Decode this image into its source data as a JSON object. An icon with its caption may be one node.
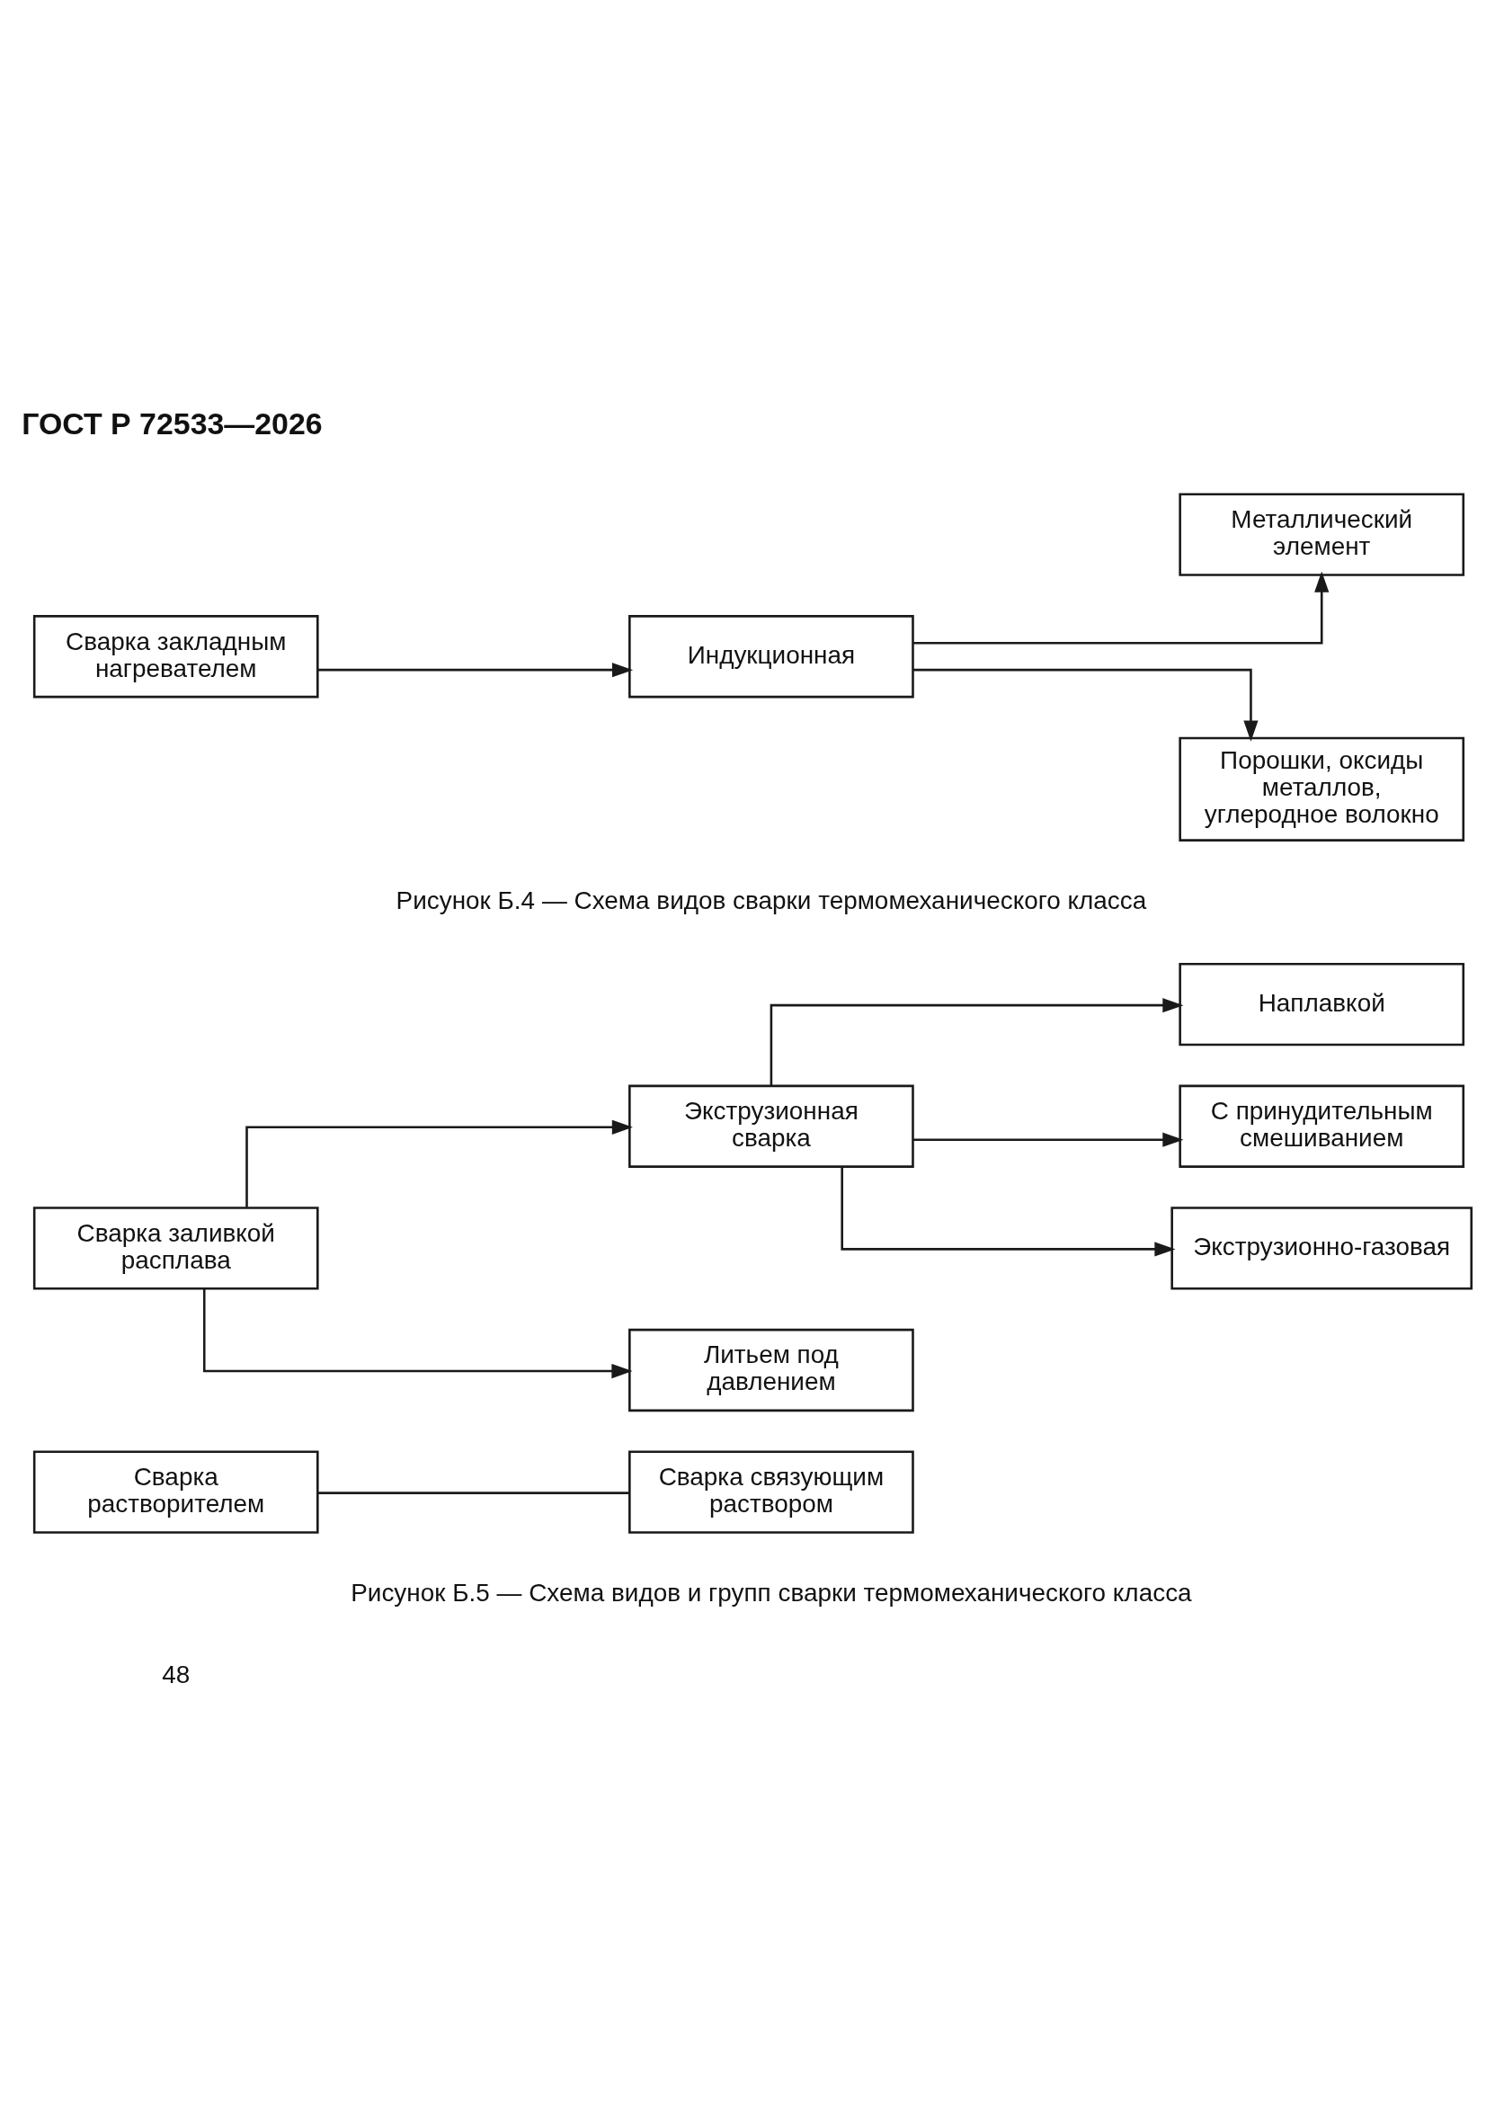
{
  "diagram": {
    "nodes": [
      {
        "text": [
          "Сварка закладным нагревателем"
        ]
      },
      {
        "text": [
          "Индукционная"
        ]
      },
      {
        "text": [
          "Металлический элемент"
        ]
      },
      {
        "text": [
          "Порошки, оксиды металлов, углеродное волокно"
        ]
      },
      {
        "text": [
          "Сварка заливкой расплава"
        ]
      },
      {
        "text": [
          "Экструзионная сварка"
        ]
      },
      {
        "text": [
          "Литьем под давлением"
        ]
      },
      {
        "text": [
          "Наплавкой"
        ]
      },
      {
        "text": [
          "С принудительным смешиванием"
        ]
      },
      {
        "text": [
          "Экструзионно-газовая"
        ]
      },
      {
        "text": [
          "Сварка растворителем"
        ]
      },
      {
        "text": [
          "Сварка связующим раствором"
        ]
      }
    ],
    "edges": [
      {
        "from": 0,
        "to": 1,
        "arrow": "to"
      },
      {
        "from": 1,
        "to": 2,
        "arrow": "to"
      },
      {
        "from": 1,
        "to": 3,
        "arrow": "to"
      },
      {
        "from": 4,
        "to": 5,
        "arrow": "to"
      },
      {
        "from": 4,
        "to": 6,
        "arrow": "to"
      },
      {
        "from": 5,
        "to": 7,
        "arrow": "to"
      },
      {
        "from": 5,
        "to": 8,
        "arrow": "to"
      },
      {
        "from": 5,
        "to": 9,
        "arrow": "to"
      },
      {
        "from": 10,
        "to": 11,
        "arrow": "none"
      }
    ],
    "labels": [
      "ГОСТ Р 72533—2026",
      "Рисунок Б.4 — Схема видов сварки термомеханического класса",
      "Рисунок Б.5 — Схема видов и групп сварки термомеханического класса",
      "48"
    ]
  }
}
